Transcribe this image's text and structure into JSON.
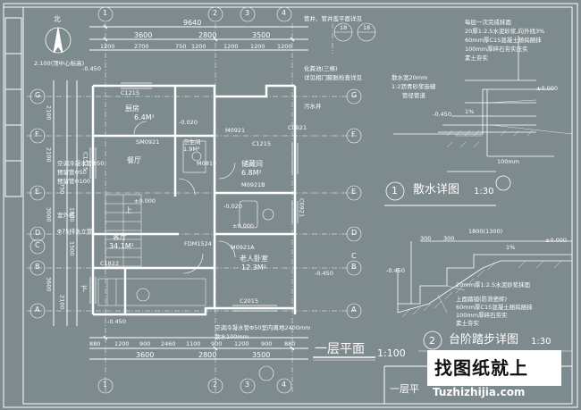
{
  "north_label": "北",
  "axis_bubbles_top": [
    "1",
    "2",
    "3",
    "4"
  ],
  "axis_bubbles_bottom": [
    "1",
    "2",
    "3",
    "4"
  ],
  "axis_bubbles_left": [
    "G",
    "F",
    "E",
    "D",
    "C",
    "B",
    "A"
  ],
  "axis_bubbles_right": [
    "G",
    "F",
    "E",
    "D",
    "C",
    "B",
    "A"
  ],
  "dims_top_total": "9640",
  "dims_top_spans": [
    "3600",
    "2800",
    "3500"
  ],
  "dims_top_sub": [
    "1200",
    "2700",
    "750",
    "1200",
    "1200",
    "1200",
    "1200"
  ],
  "dims_left": [
    "2100",
    "2100",
    "750",
    "1800",
    "3000",
    "1500",
    "3600",
    "2100"
  ],
  "dims_bottom_spans": [
    "3600",
    "2800",
    "3500"
  ],
  "dims_bottom_sub": [
    "880",
    "1200",
    "900",
    "2460",
    "1100",
    "900",
    "1200",
    "900",
    "880"
  ],
  "rooms": {
    "kitchen": "厨房",
    "kitchen_area": "6.4M²",
    "dining": "餐厅",
    "living": "客厅",
    "living_area": "34.1M²",
    "toilet": "卫生间",
    "toilet_area": "1.9M²",
    "storage": "储藏间",
    "storage_area": "6.8M²",
    "bedroom": "老人卧室",
    "bedroom_area": "12.3M²",
    "stair": "上",
    "dn": "下"
  },
  "codes": [
    "C1215",
    "SM0921",
    "M0921B",
    "M0921A",
    "M0921",
    "C1215",
    "M0819",
    "C1515",
    "C1822",
    "FDM1524",
    "C2015",
    "C0921",
    "C0921"
  ],
  "elevations": [
    "-0.450",
    "±0.000",
    "-0.020",
    "±0.000",
    "-0.450",
    "-0.020",
    "-0.450"
  ],
  "notes_left": [
    "2.100(顶中心标高)",
    "空调冷凝水管Φ50",
    "预留管Φ50",
    "预留管Φ100",
    "室外机",
    "Φ75排水立管"
  ],
  "notes_top": [
    "管井、管井盖平面详见",
    "化粪池(三格)",
    "详见相门膨胀检查详见",
    "污水井"
  ],
  "notes_bottom": [
    "空调冷凝水管Φ50室内离地2400mm",
    "散水100mm"
  ],
  "callouts": [
    "18",
    "18"
  ],
  "plan_title": "一层平面",
  "plan_scale": "1:100",
  "detail1_no": "1",
  "detail1_title": "散水详图",
  "detail1_scale": "1:30",
  "detail1_notes": [
    "每层一次完成抹面",
    "20厚1:2.5水泥砂浆,向外找3%",
    "60mm厚C15混凝土随捣随抹",
    "100mm厚碎石夯实压实",
    "素土夯实",
    "100mm",
    "散水宽20mm",
    "1:2沥青砂浆嵌缝",
    "管径管道"
  ],
  "detail1_levels": [
    "±0.000",
    "-0.450",
    "1%"
  ],
  "detail2_no": "2",
  "detail2_title": "台阶踏步详图",
  "detail2_scale": "1:30",
  "detail2_dims": [
    "1800(1300)",
    "300",
    "300",
    "±0.000",
    "-0.450",
    "1%"
  ],
  "detail2_notes": [
    "20mm厚1:2.5水泥砂浆抹面",
    "上面踏铺(防滑瓷砖)",
    "60mm厚C15混凝土随捣随抹",
    "100mm厚碎石夯实",
    "素土夯实"
  ],
  "title_block_text": "一层平",
  "watermark_cn": "找图纸就上",
  "watermark_url": "Tuzhizhijia.com",
  "colors": {
    "background": "#7d8a8e",
    "lines": "#ffffff",
    "watermark_bg": "#ffffff"
  }
}
